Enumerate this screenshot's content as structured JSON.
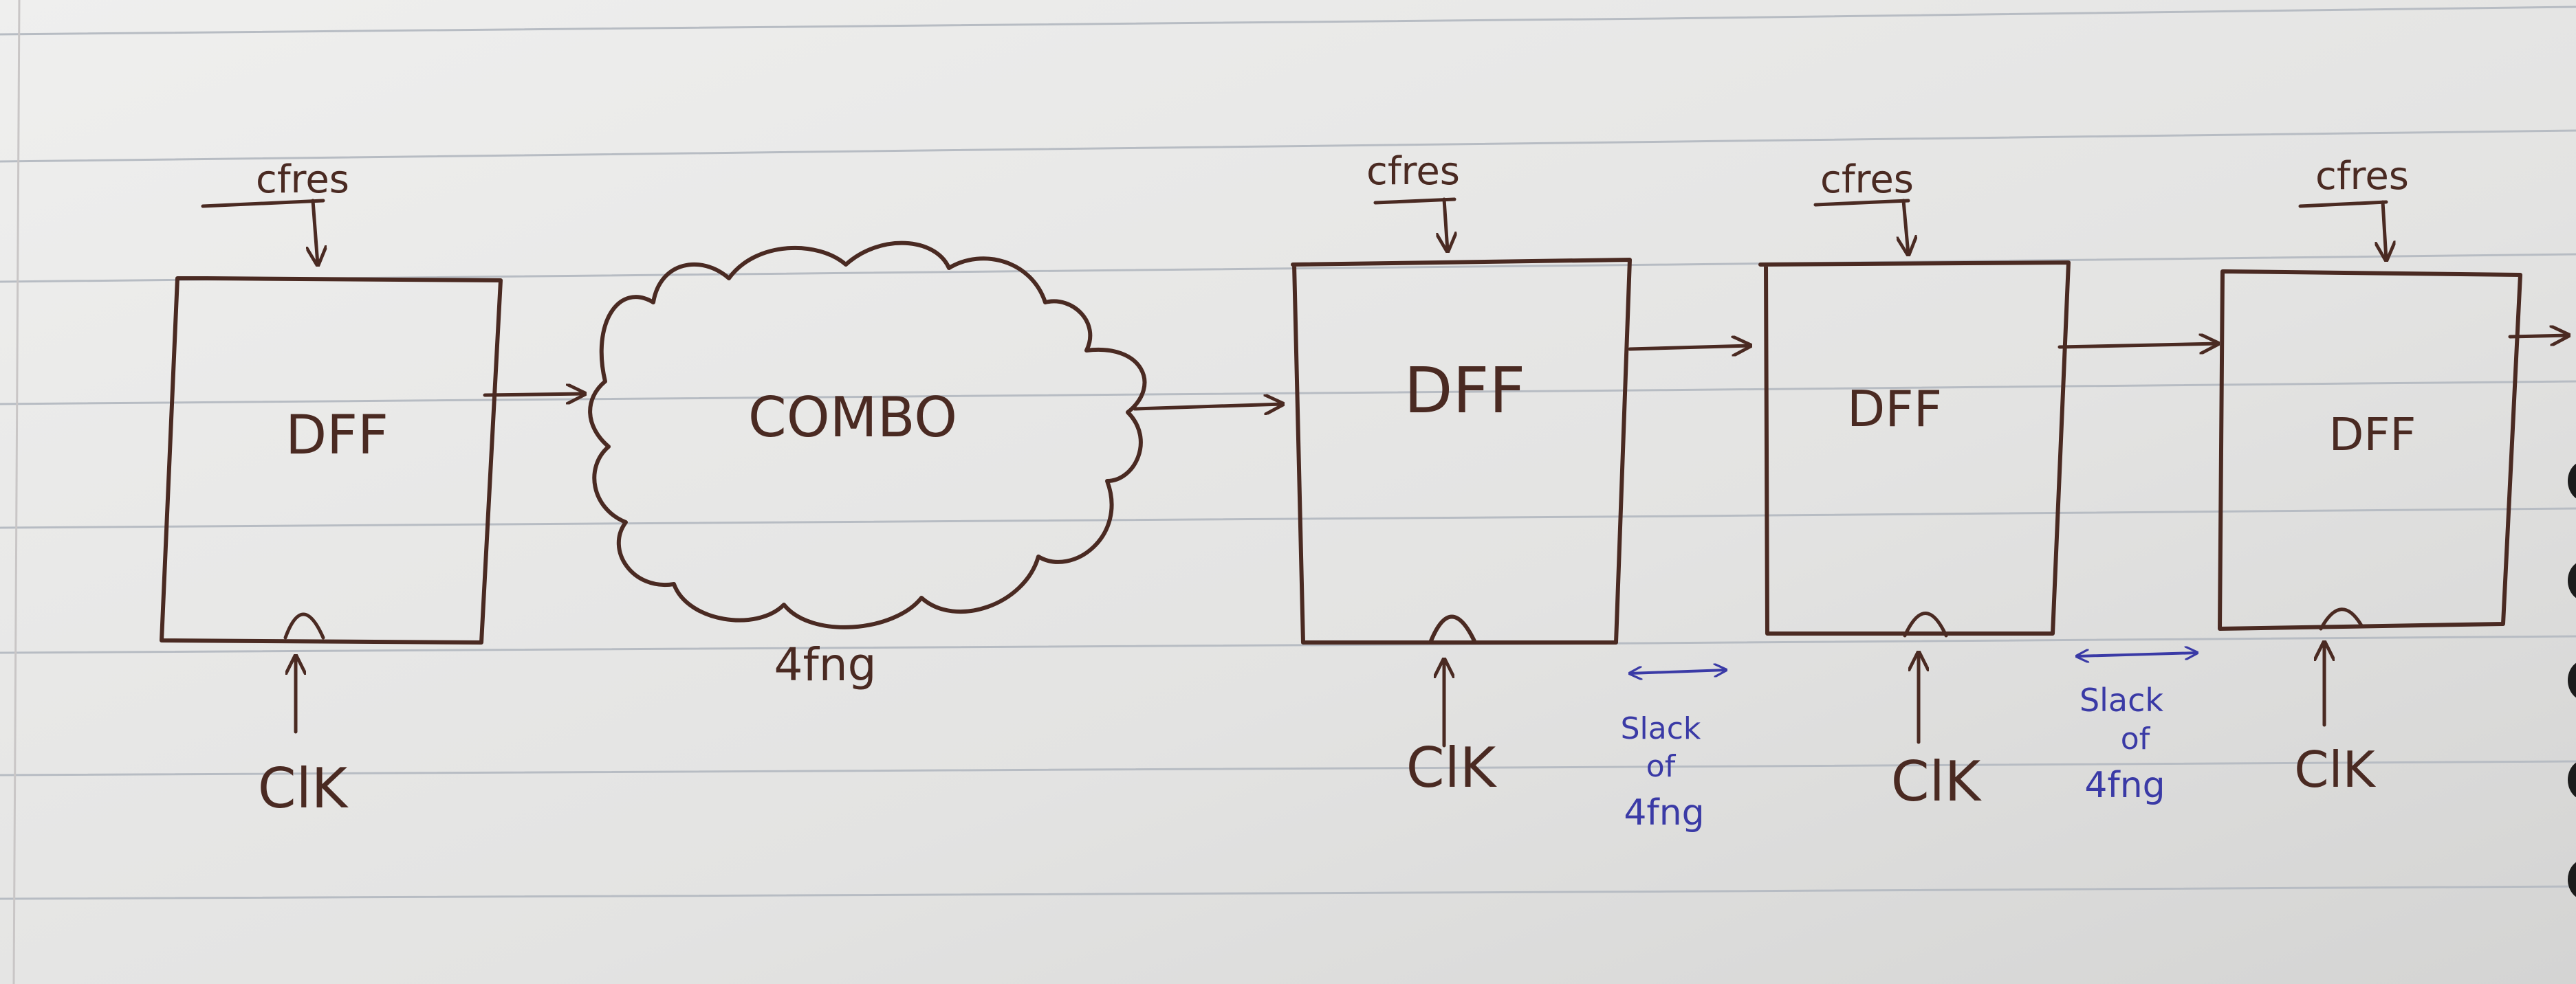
{
  "colors": {
    "paper": "#e4e4e3",
    "rule_line": "#b7bcc3",
    "ink": "#4a2a22",
    "annotation": "#3a3aa6"
  },
  "diagram": {
    "flops": [
      {
        "label": "DFF",
        "top_label": "cfres",
        "clock_label": "ClK"
      },
      {
        "label": "DFF",
        "top_label": "cfres",
        "clock_label": "ClK"
      },
      {
        "label": "DFF",
        "top_label": "cfres",
        "clock_label": "ClK"
      },
      {
        "label": "DFF",
        "top_label": "cfres",
        "clock_label": "ClK"
      }
    ],
    "combo": {
      "label": "COMBO",
      "below_label": "4fng"
    },
    "slacks": [
      {
        "line1": "Slack",
        "line2": "of",
        "line3": "4fng"
      },
      {
        "line1": "Slack",
        "line2": "of",
        "line3": "4fng"
      }
    ]
  }
}
